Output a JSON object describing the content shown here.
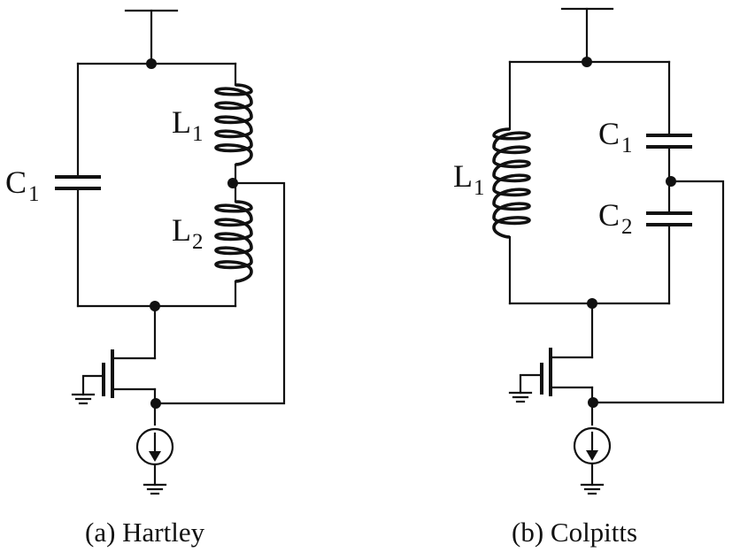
{
  "hartley": {
    "caption": "(a)  Hartley",
    "c1": {
      "letter": "C",
      "sub": "1"
    },
    "l1": {
      "letter": "L",
      "sub": "1"
    },
    "l2": {
      "letter": "L",
      "sub": "2"
    }
  },
  "colpitts": {
    "caption": "(b)  Colpitts",
    "l1": {
      "letter": "L",
      "sub": "1"
    },
    "c1": {
      "letter": "C",
      "sub": "1"
    },
    "c2": {
      "letter": "C",
      "sub": "2"
    }
  }
}
